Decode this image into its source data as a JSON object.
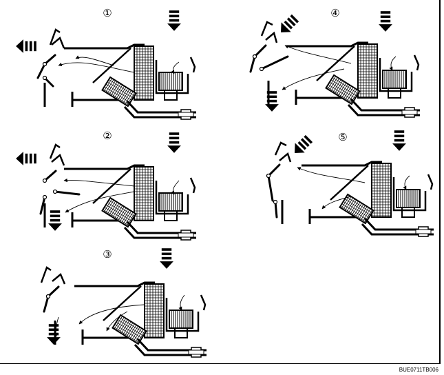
{
  "figure": {
    "panels": [
      {
        "number": "①",
        "mode": "vent",
        "icon": "vent-mode-airflow-diagram"
      },
      {
        "number": "②",
        "mode": "bi-level",
        "icon": "bilevel-mode-airflow-diagram"
      },
      {
        "number": "③",
        "mode": "heat",
        "icon": "heat-mode-airflow-diagram"
      },
      {
        "number": "④",
        "mode": "heat-defrost",
        "icon": "heat-defrost-mode-airflow-diagram"
      },
      {
        "number": "⑤",
        "mode": "defrost",
        "icon": "defrost-mode-airflow-diagram"
      }
    ],
    "document_code": "BUE0711TB006"
  },
  "colors": {
    "ink": "#000000",
    "paper": "#ffffff"
  }
}
